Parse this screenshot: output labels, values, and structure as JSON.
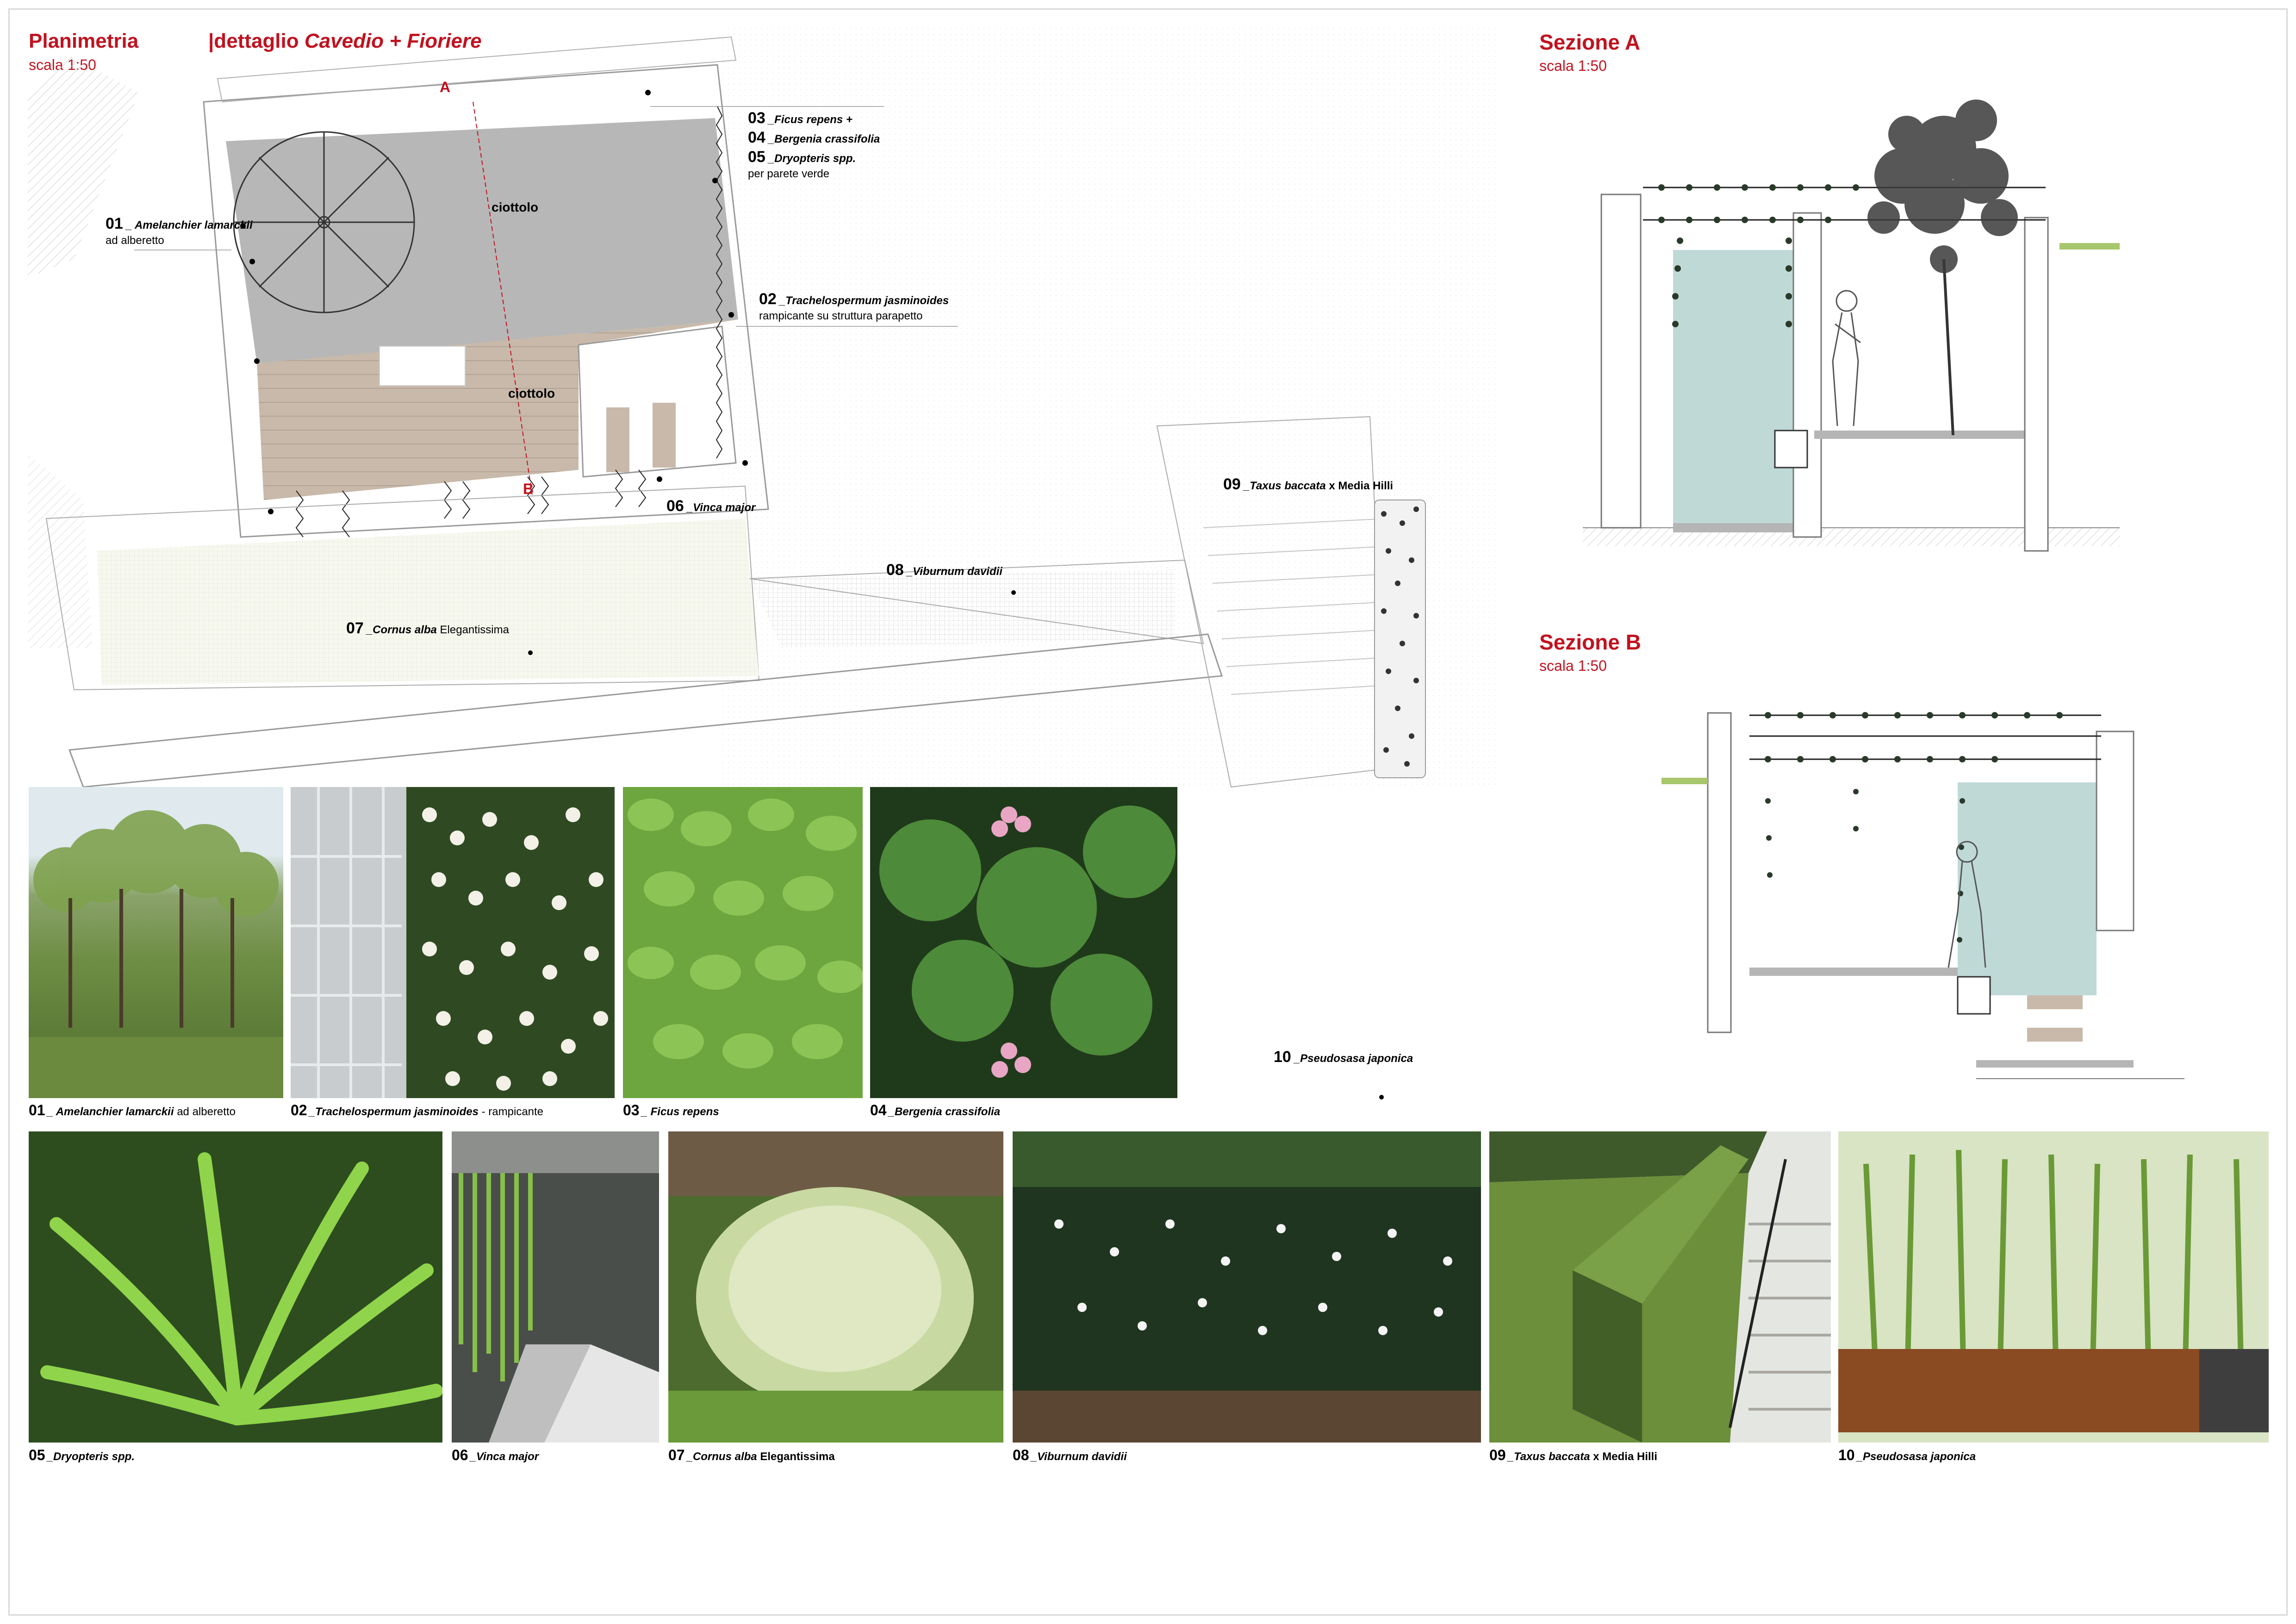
{
  "plan": {
    "title": "Planimetria",
    "scale": "scala 1:50",
    "detail_prefix": "|dettaglio ",
    "detail_italic": "Cavedio + Fioriere",
    "section_marks": [
      "A",
      "B"
    ],
    "materials": [
      "ciottolo",
      "ciottolo"
    ],
    "labels": [
      {
        "num": "01",
        "name": "_ Amelanchier lamarckii",
        "note": "ad alberetto"
      },
      {
        "num": "02",
        "name": "_Trachelospermum jasminoides",
        "note": "rampicante su struttura parapetto"
      },
      {
        "num": "03",
        "name": "_Ficus repens +",
        "note": ""
      },
      {
        "num": "04",
        "name": "_Bergenia crassifolia",
        "note": ""
      },
      {
        "num": "05",
        "name": "_Dryopteris spp.",
        "note": "per parete verde"
      },
      {
        "num": "06",
        "name": "_Vinca major",
        "note": ""
      },
      {
        "num": "07",
        "name": "_Cornus alba",
        "note": "Elegantissima"
      },
      {
        "num": "08",
        "name": "_Viburnum davidii",
        "note": ""
      },
      {
        "num": "09",
        "name": "_Taxus baccata",
        "note": "x Media Hilli"
      },
      {
        "num": "10",
        "name": "_Pseudosasa japonica",
        "note": ""
      }
    ]
  },
  "sections": [
    {
      "title": "Sezione A",
      "scale": "scala 1:50"
    },
    {
      "title": "Sezione B",
      "scale": "scala 1:50"
    }
  ],
  "photos": [
    {
      "num": "01",
      "name": "_ Amelanchier lamarckii",
      "note": "ad alberetto"
    },
    {
      "num": "02",
      "name": "_Trachelospermum jasminoides",
      "note": "- rampicante"
    },
    {
      "num": "03",
      "name": "_ Ficus repens",
      "note": ""
    },
    {
      "num": "04",
      "name": "_Bergenia crassifolia",
      "note": ""
    },
    {
      "num": "05",
      "name": "_Dryopteris spp.",
      "note": ""
    },
    {
      "num": "06",
      "name": "_Vinca major",
      "note": ""
    },
    {
      "num": "07",
      "name": "_Cornus alba",
      "note": "Elegantissima"
    },
    {
      "num": "08",
      "name": "_Viburnum davidii",
      "note": ""
    },
    {
      "num": "09",
      "name": "_Taxus baccata",
      "note": "x Media Hilli"
    },
    {
      "num": "10",
      "name": "_Pseudosasa japonica",
      "note": ""
    }
  ],
  "colors": {
    "accent": "#c1121f",
    "paving_grey": "#b5b5b5",
    "wood": "#c7b9a9",
    "water": "#bfd9d7",
    "lawn_line": "#a8c66c"
  }
}
